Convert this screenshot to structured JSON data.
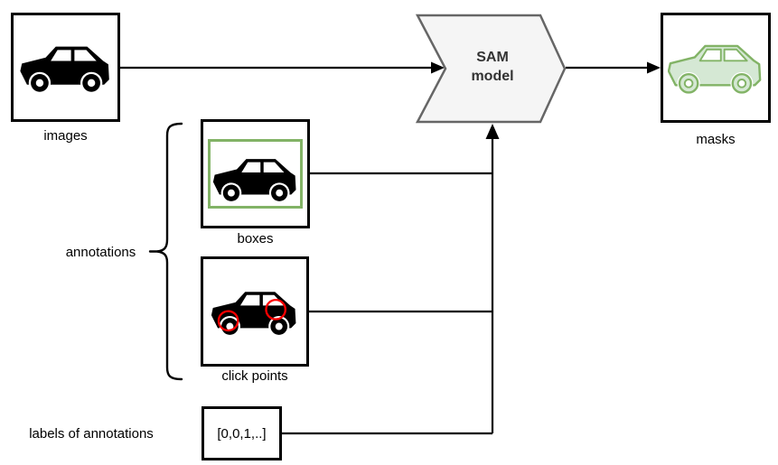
{
  "colors": {
    "background": "#ffffff",
    "line": "#000000",
    "node_border": "#000000",
    "node_fill": "#ffffff",
    "sam_fill": "#f5f5f5",
    "sam_border": "#666666",
    "sam_text": "#333333",
    "mask_green_fill": "#d5e8d4",
    "mask_green_stroke": "#82b366",
    "bounding_box_green": "#82b366",
    "click_point_red": "#ff0000",
    "car_black": "#000000",
    "caption_text": "#000000"
  },
  "nodes": {
    "images": {
      "label": "images",
      "icon": "car-icon"
    },
    "sam_model": {
      "label": "SAM model",
      "line1": "SAM",
      "line2": "model"
    },
    "masks": {
      "label": "masks",
      "icon": "car-mask-icon"
    },
    "boxes": {
      "label": "boxes",
      "icon": "car-bounding-box-icon"
    },
    "click_points": {
      "label": "click points",
      "icon": "car-click-points-icon"
    },
    "annotation_labels": {
      "value": "[0,0,1,..]"
    }
  },
  "captions": {
    "annotations": "annotations",
    "labels_of_annotations": "labels of annotations"
  },
  "edges": [
    {
      "from": "images",
      "to": "sam_model",
      "arrow": true
    },
    {
      "from": "sam_model",
      "to": "masks",
      "arrow": true
    },
    {
      "from": "boxes",
      "to": "sam_model",
      "arrow": true
    },
    {
      "from": "click_points",
      "to": "sam_model",
      "arrow": true
    },
    {
      "from": "annotation_labels",
      "to": "sam_model",
      "arrow": true
    }
  ]
}
